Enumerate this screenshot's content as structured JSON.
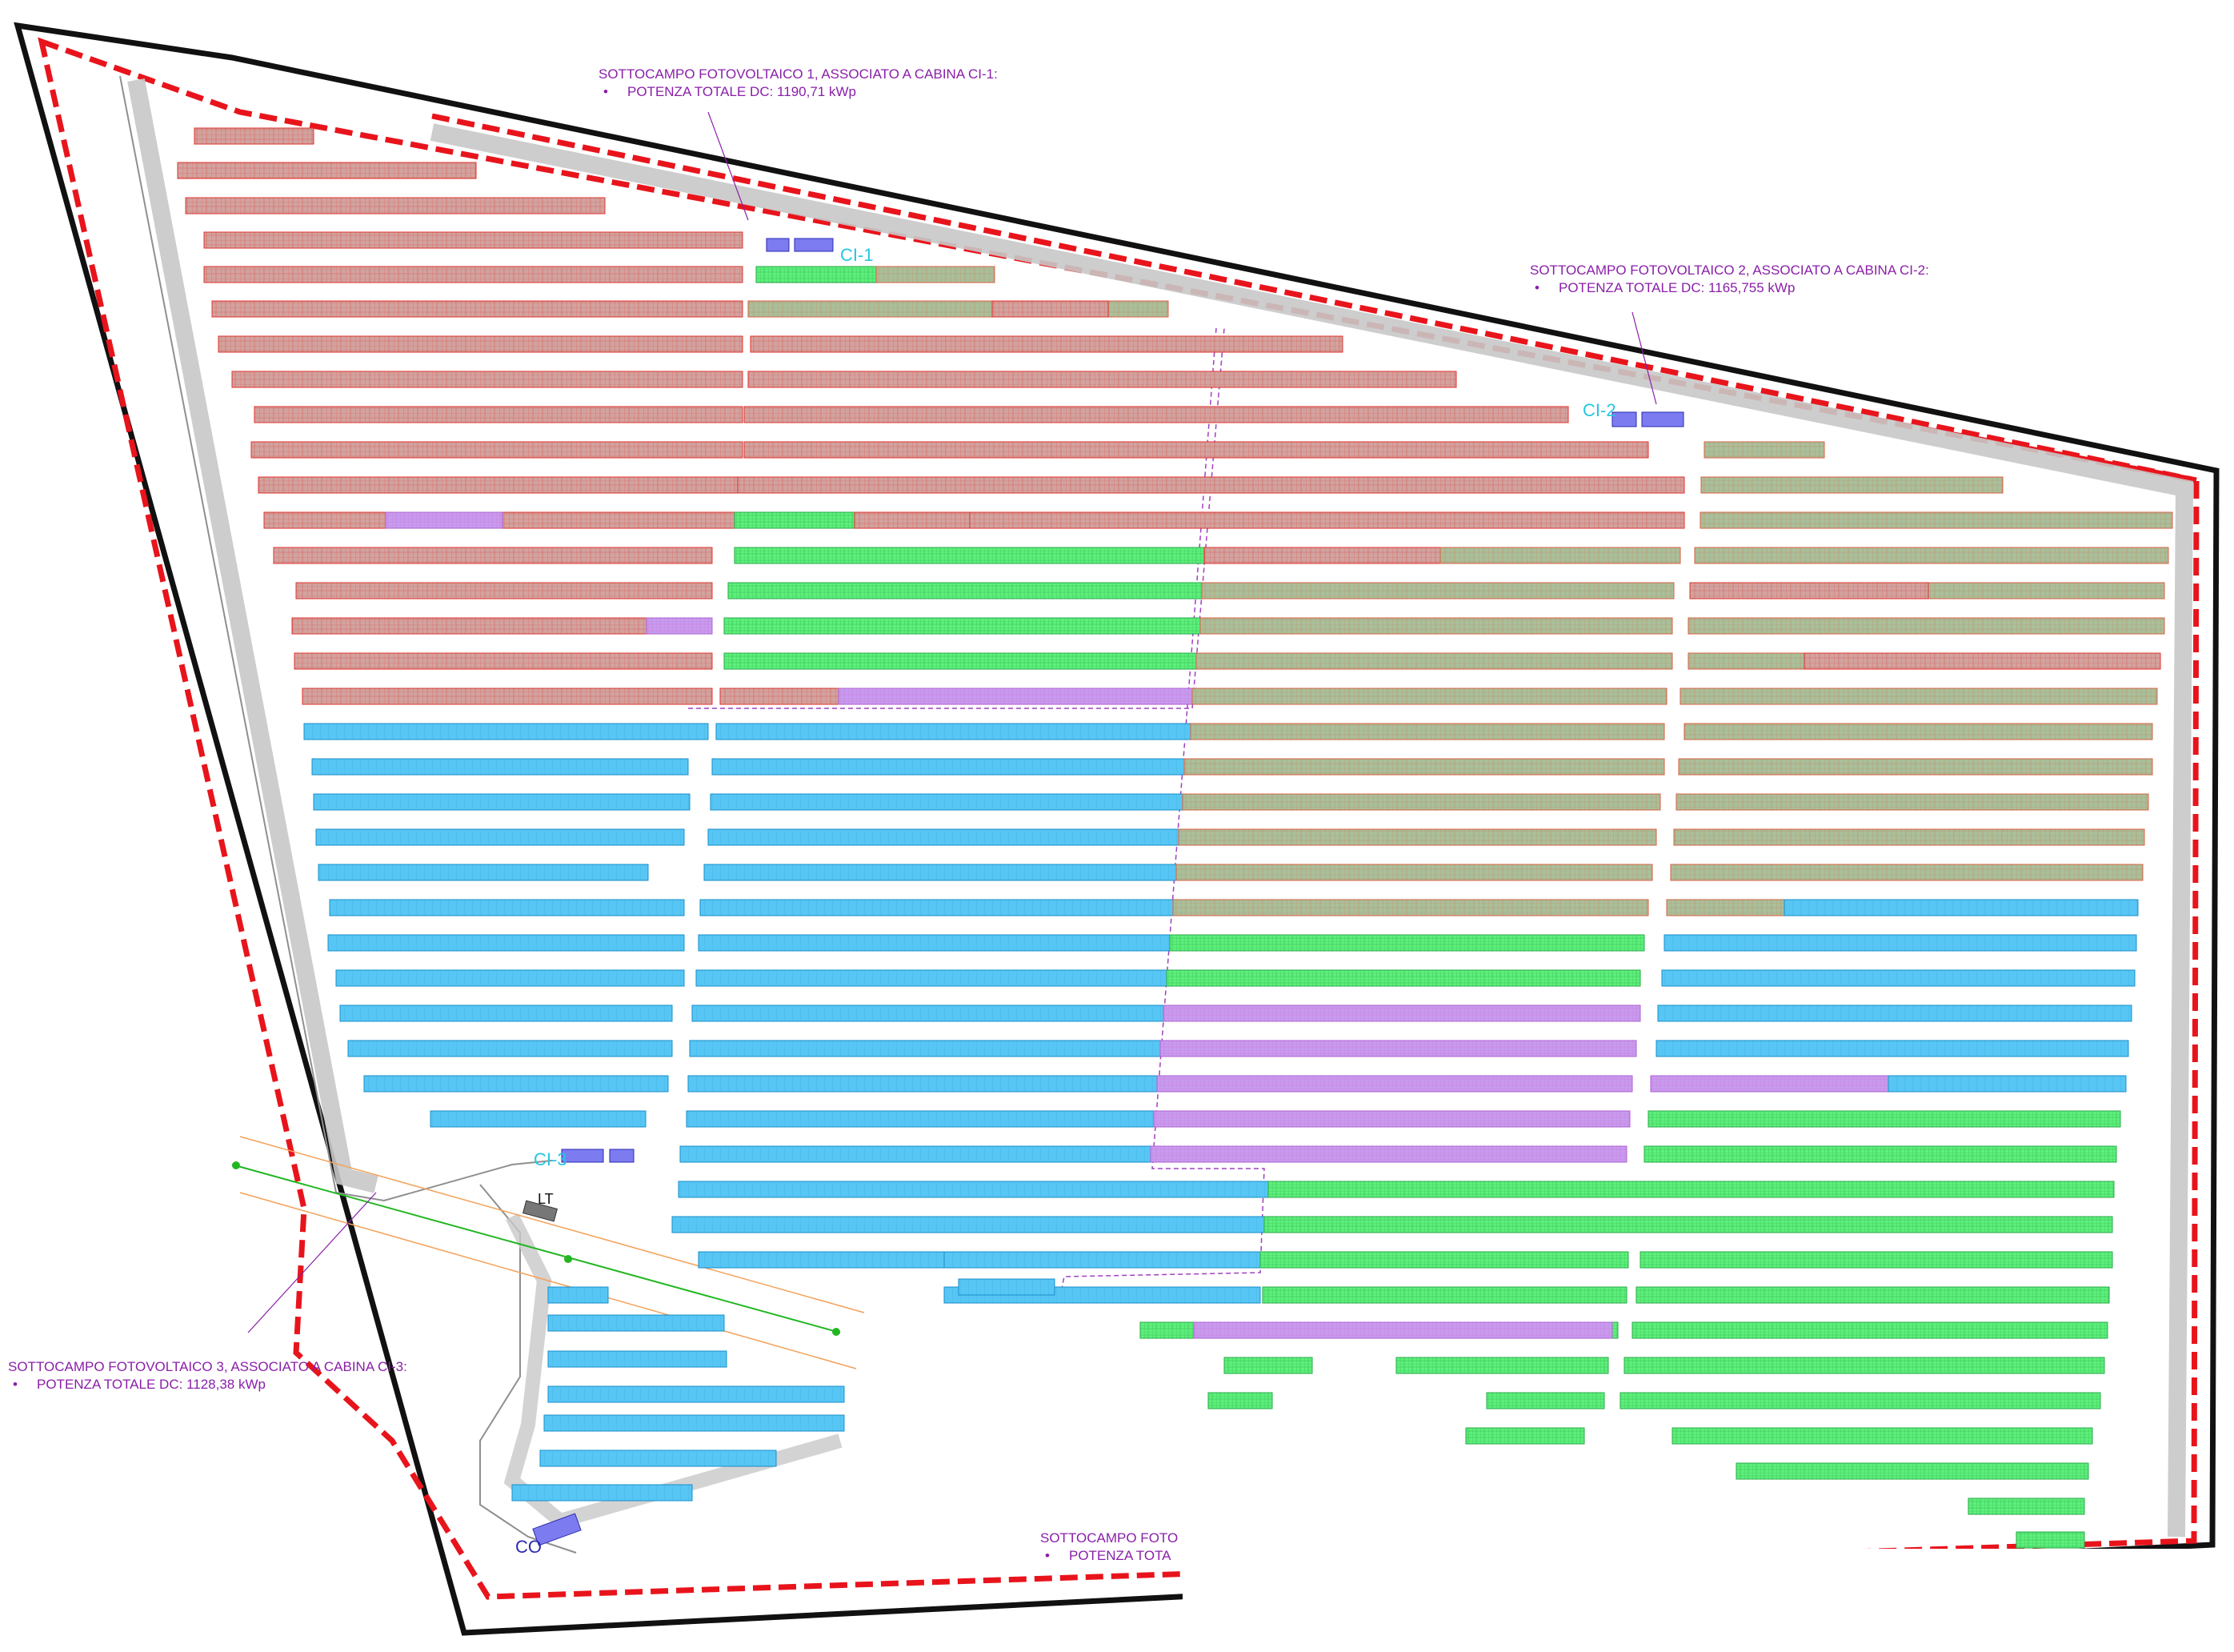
{
  "subfields": [
    {
      "title": "SOTTOCAMPO FOTOVOLTAICO 1, ASSOCIATO A CABINA CI-1:",
      "bullet": "•",
      "power": "POTENZA TOTALE DC: 1190,71 kWp"
    },
    {
      "title": "SOTTOCAMPO FOTOVOLTAICO 2, ASSOCIATO A CABINA CI-2:",
      "bullet": "•",
      "power": "POTENZA TOTALE DC: 1165,755 kWp"
    },
    {
      "title": "SOTTOCAMPO FOTOVOLTAICO 3, ASSOCIATO A CABINA CI-3:",
      "bullet": "•",
      "power": "POTENZA TOTALE DC: 1128,38 kWp"
    },
    {
      "title": "SOTTOCAMPO FOTO",
      "bullet": "•",
      "power": "POTENZA TOTA"
    }
  ],
  "cabins": {
    "ci1": "CI-1",
    "ci2": "CI-2",
    "ci3": "CI-3",
    "co": "CO"
  },
  "lt_label": "LT",
  "colors": {
    "boundary": "#111111",
    "fence": "#e8141c",
    "field1_fill": "#d2a29e",
    "field1_stroke": "#e0322c",
    "field2_fill": "#9dc5a8",
    "field3_fill": "#57c6f5",
    "field4_fill": "#5cf07a",
    "violet_fill": "#c49cf0",
    "label_violet": "#8a1fa8",
    "cabin_blue": "#7c7cf0",
    "road": "#d9d9d9",
    "hv_line": "#22b722",
    "buffer_line": "#f3a25a",
    "cyan_label": "#27c6e0"
  }
}
